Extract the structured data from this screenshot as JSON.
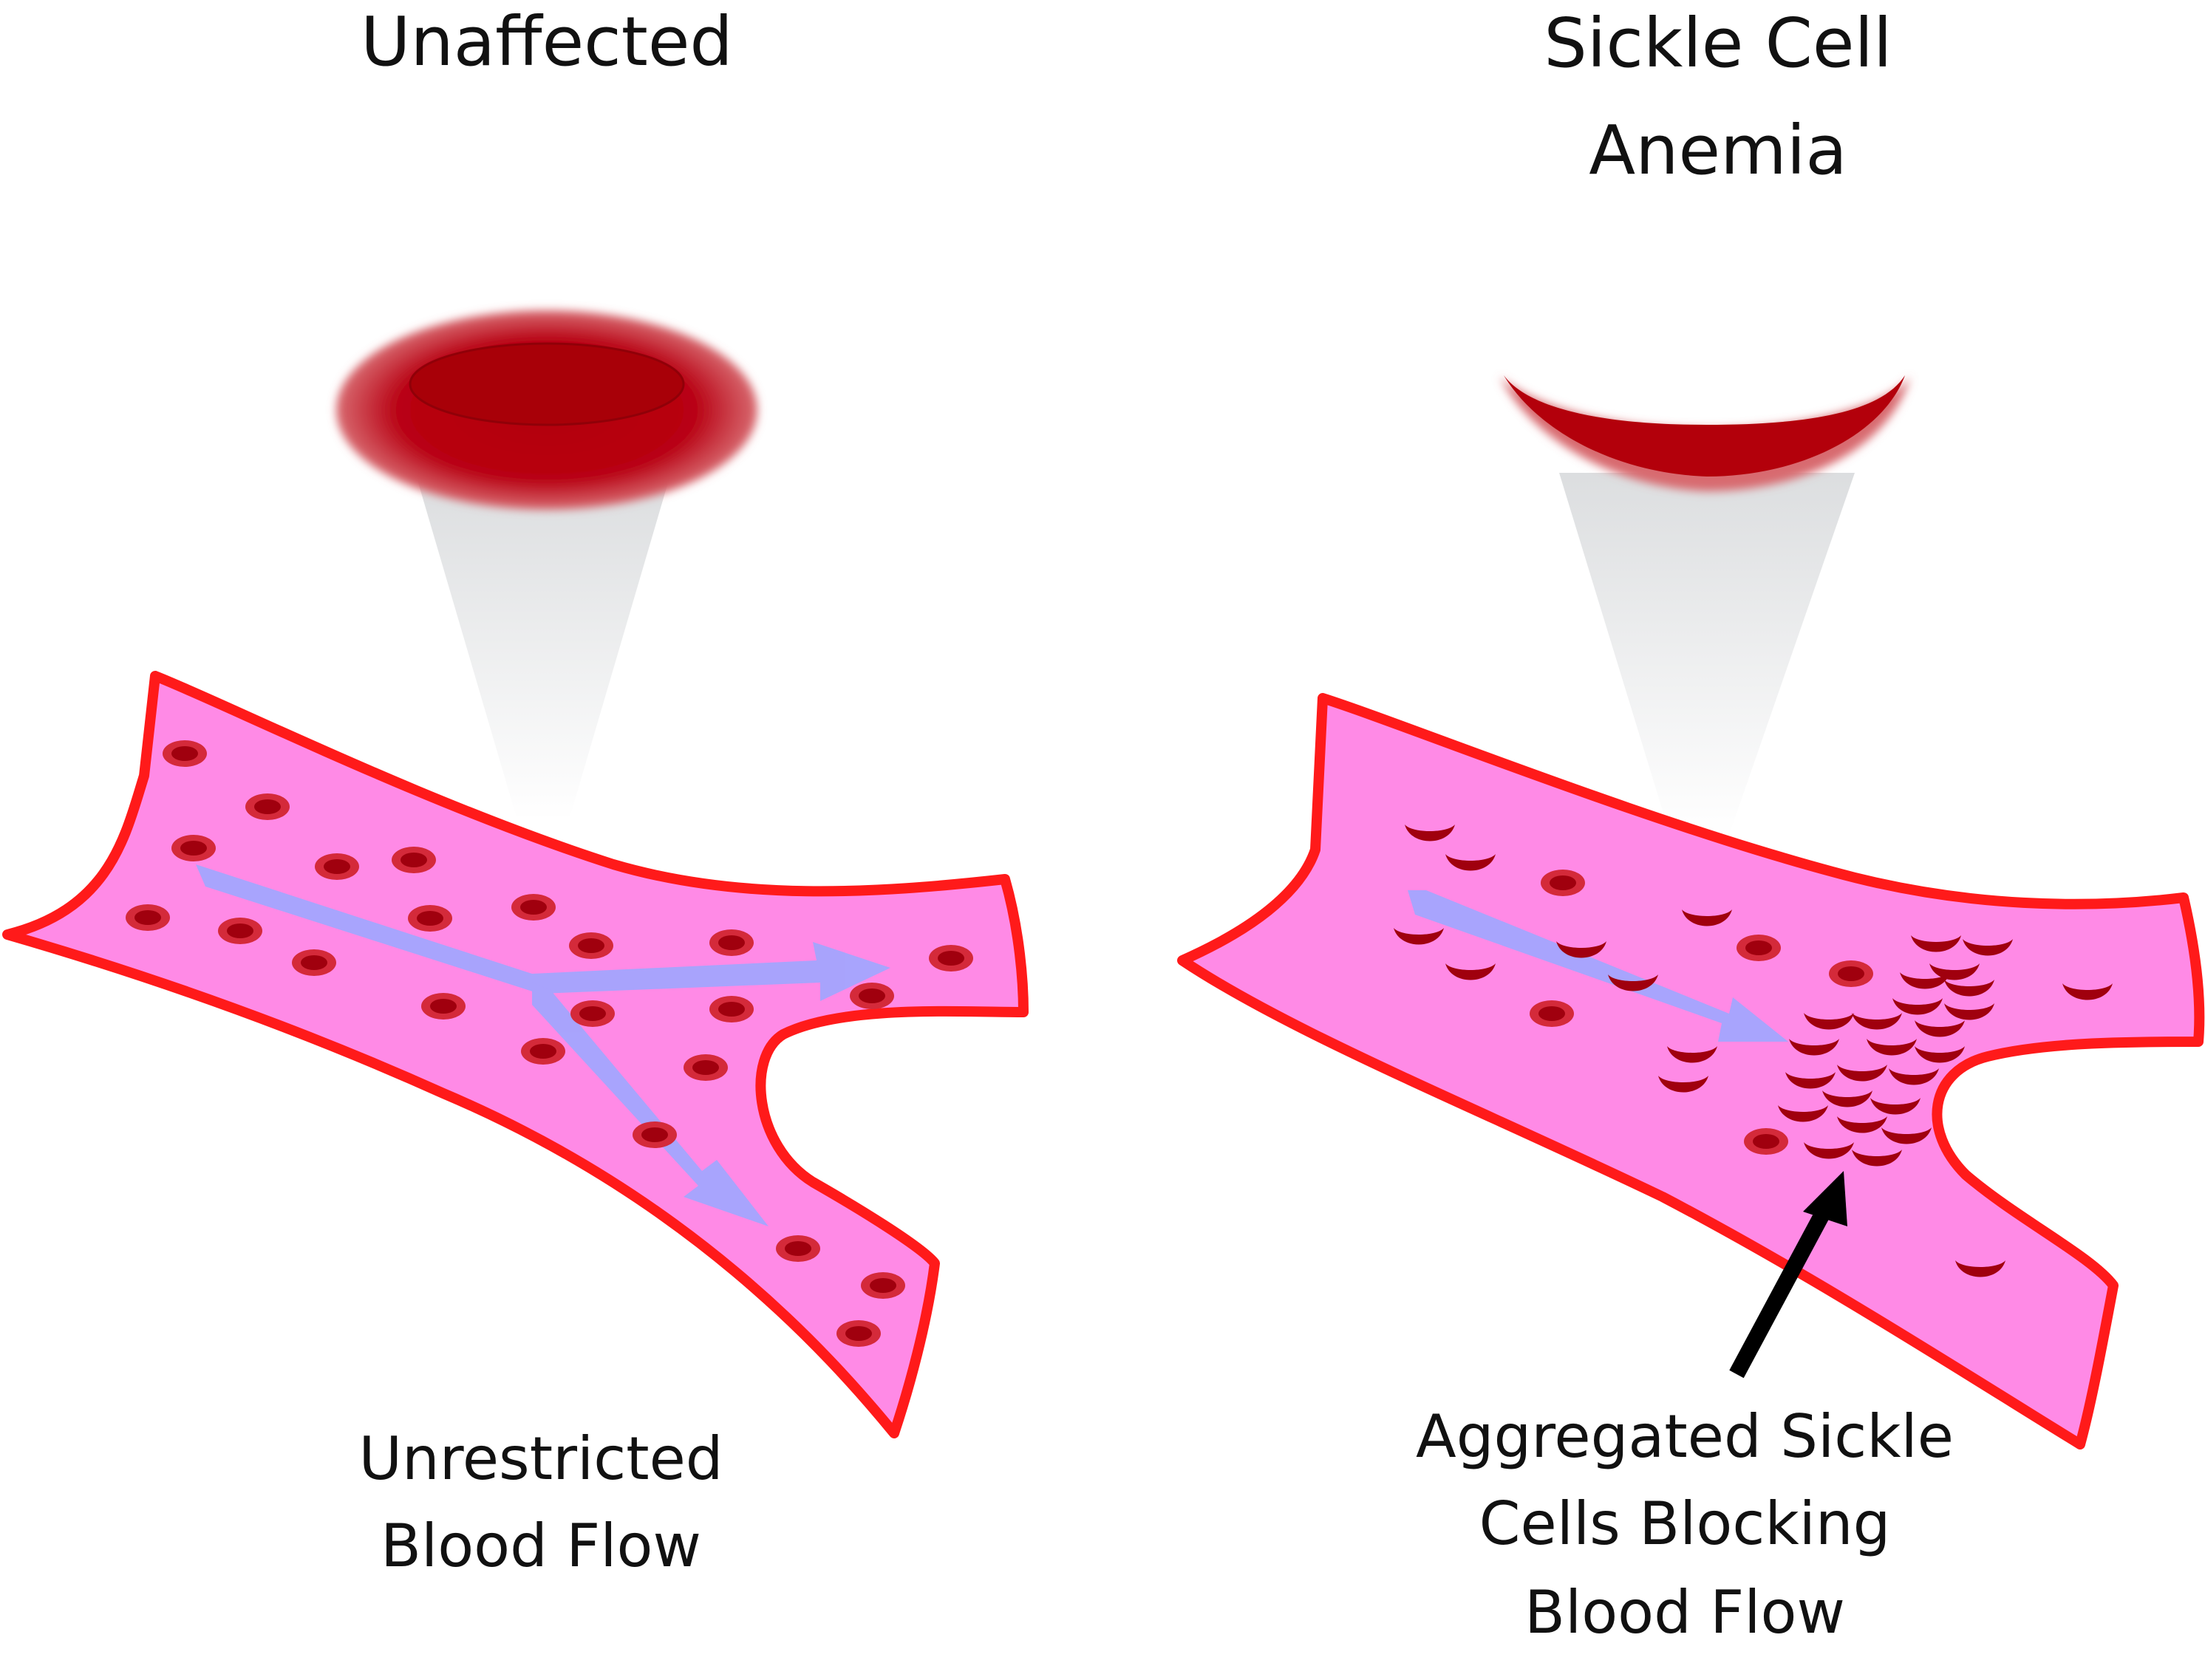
{
  "panels": {
    "left": {
      "title": "Unaffected",
      "caption_lines": [
        "Unrestricted",
        "Blood Flow"
      ]
    },
    "right": {
      "title_lines": [
        "Sickle Cell",
        "Anemia"
      ],
      "caption_lines": [
        "Aggregated Sickle",
        "Cells Blocking",
        "Blood Flow"
      ]
    }
  },
  "colors": {
    "vessel_fill": "#ff8ae6",
    "vessel_stroke": "#ff1a1a",
    "cell_dark": "#a0000e",
    "cell_light": "#d42a3a",
    "flow_arrow": "#9fa6ff",
    "pointer_arrow": "#000000"
  },
  "icons": [
    "normal-red-blood-cell-icon",
    "sickle-cell-icon",
    "magnifier-beam-icon",
    "flow-arrow-icon",
    "pointer-arrow-icon"
  ]
}
